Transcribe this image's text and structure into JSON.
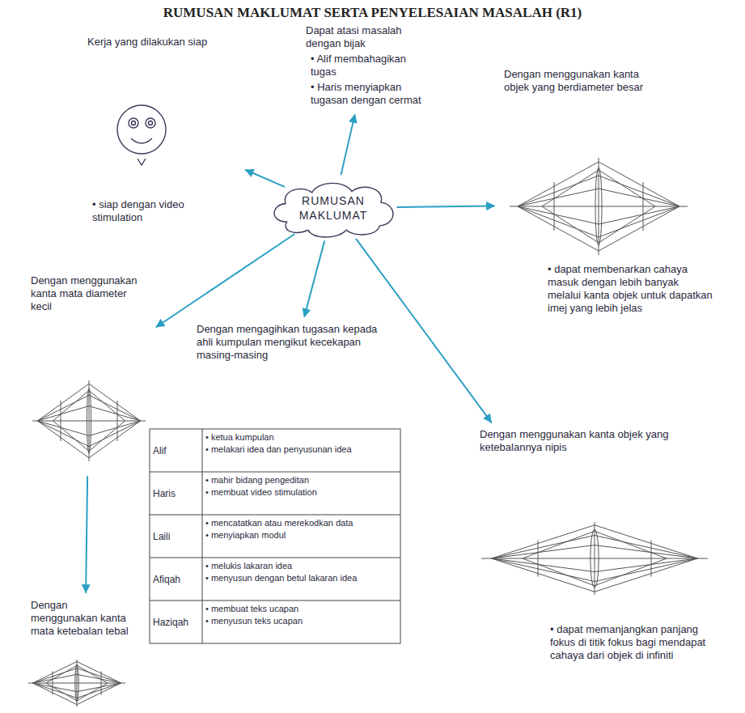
{
  "diagram": {
    "title": "RUMUSAN MAKLUMAT SERTA PENYELESAIAN MASALAH (R1)",
    "nodes": [
      {
        "text": [
          "RUMUSAN MAKLUMAT"
        ]
      },
      {
        "text": [
          "Kerja yang dilakukan siap",
          "• siap dengan video stimulation"
        ]
      },
      {
        "text": [
          "Dapat atasi masalah dengan bijak",
          "• Alif membahagikan tugas",
          "• Haris menyiapkan tugasan dengan cermat"
        ]
      },
      {
        "text": [
          "Dengan menggunakan kanta objek yang berdiameter besar",
          "• dapat membenarkan cahaya masuk dengan lebih banyak melalui kanta objek untuk dapatkan imej yang lebih jelas"
        ]
      },
      {
        "text": [
          "Dengan menggunakan kanta mata diameter kecil"
        ]
      },
      {
        "text": [
          "Dengan mengagihkan tugasan kepada ahli kumpulan mengikut kecekapan masing-masing"
        ]
      },
      {
        "text": [
          "Dengan menggunakan kanta objek yang ketebalannya nipis",
          "• dapat memanjangkan panjang fokus di titik fokus bagi mendapat cahaya dari objek di infiniti"
        ]
      },
      {
        "text": [
          "Dengan menggunakan kanta mata ketebalan tebal"
        ]
      }
    ],
    "edges": [
      {
        "from": 0,
        "to": 1,
        "arrow": "to"
      },
      {
        "from": 0,
        "to": 2,
        "arrow": "to"
      },
      {
        "from": 0,
        "to": 3,
        "arrow": "to"
      },
      {
        "from": 0,
        "to": 4,
        "arrow": "to"
      },
      {
        "from": 0,
        "to": 5,
        "arrow": "to"
      },
      {
        "from": 0,
        "to": 6,
        "arrow": "to"
      },
      {
        "from": 4,
        "to": 7,
        "arrow": "to"
      }
    ],
    "labels": [
      "Alif",
      "• ketua kumpulan",
      "• melakari idea dan penyusunan idea",
      "Haris",
      "• mahir bidang pengeditan",
      "• membuat video stimulation",
      "Laili",
      "• mencatatkan atau merekodkan data",
      "• menyiapkan modul",
      "Afiqah",
      "• melukis lakaran idea",
      "• menyusun dengan betul lakaran idea",
      "Haziqah",
      "• membuat teks ucapan",
      "• menyusun teks ucapan"
    ]
  }
}
